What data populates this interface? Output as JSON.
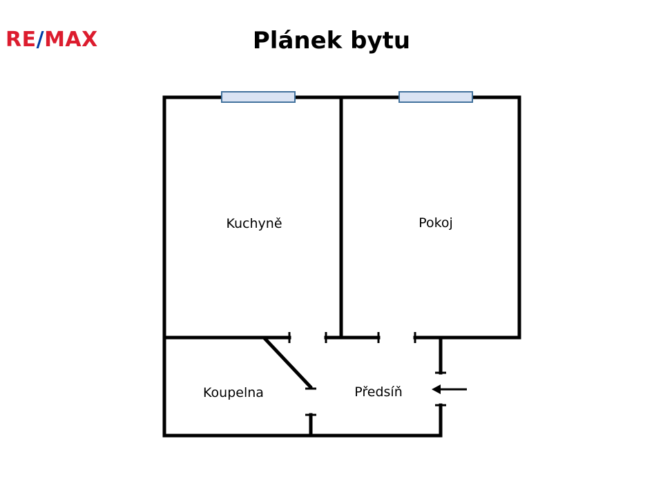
{
  "logo": {
    "part1": "RE",
    "slash": "/",
    "part2": "MAX",
    "colors": {
      "red": "#dc1c2e",
      "blue": "#003da5"
    }
  },
  "title": "Plánek bytu",
  "rooms": {
    "kitchen": "Kuchyně",
    "room": "Pokoj",
    "bathroom": "Koupelna",
    "hall": "Předsíň"
  },
  "colors": {
    "wall": "#000000",
    "window_fill": "#dae3f3",
    "window_stroke": "#41719c"
  },
  "icons": {
    "entrance": "arrow-left-icon"
  }
}
